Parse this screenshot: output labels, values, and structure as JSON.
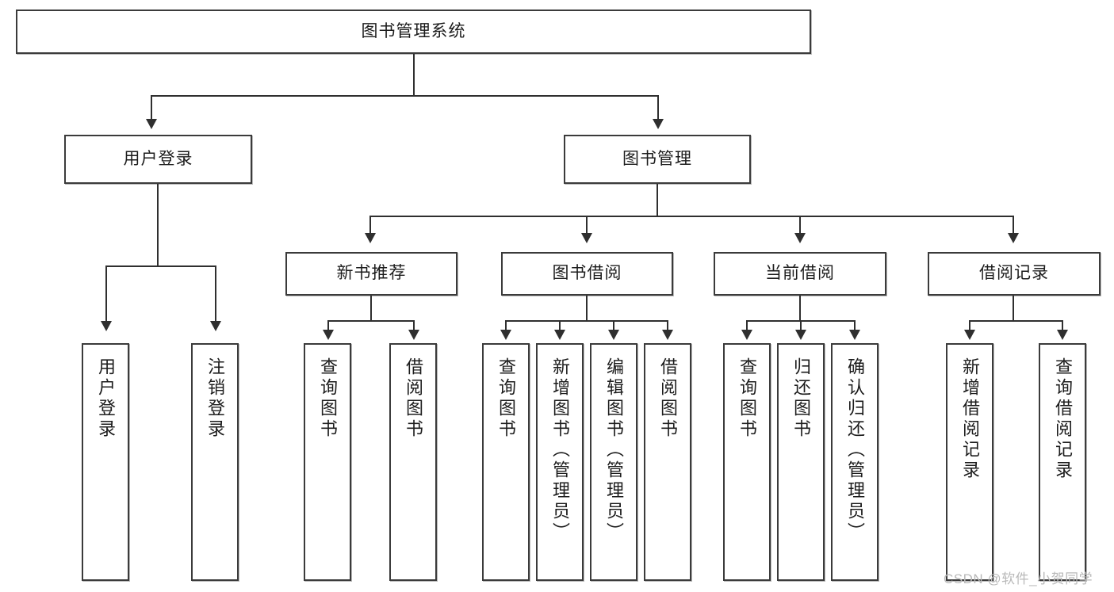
{
  "diagram": {
    "title": "图书管理系统",
    "type": "hierarchy-tree",
    "levels": 4,
    "root": {
      "id": "root",
      "label": "图书管理系统"
    },
    "level1": [
      {
        "id": "user-login",
        "label": "用户登录"
      },
      {
        "id": "book-management",
        "label": "图书管理"
      }
    ],
    "level2": [
      {
        "id": "new-book-recommend",
        "label": "新书推荐",
        "parent": "book-management"
      },
      {
        "id": "book-borrow",
        "label": "图书借阅",
        "parent": "book-management"
      },
      {
        "id": "current-borrow",
        "label": "当前借阅",
        "parent": "book-management"
      },
      {
        "id": "borrow-record",
        "label": "借阅记录",
        "parent": "book-management"
      }
    ],
    "leaves": {
      "user_login": [
        {
          "id": "leaf-user-login",
          "label": "用户登录"
        },
        {
          "id": "leaf-user-logout",
          "label": "注销登录"
        }
      ],
      "new_book_recommend": [
        {
          "id": "leaf-query-book-1",
          "label": "查询图书"
        },
        {
          "id": "leaf-borrow-book-1",
          "label": "借阅图书"
        }
      ],
      "book_borrow": [
        {
          "id": "leaf-query-book-2",
          "label": "查询图书"
        },
        {
          "id": "leaf-add-book",
          "label": "新增图书（管理员）"
        },
        {
          "id": "leaf-edit-book",
          "label": "编辑图书（管理员）"
        },
        {
          "id": "leaf-borrow-book-2",
          "label": "借阅图书"
        }
      ],
      "current_borrow": [
        {
          "id": "leaf-query-book-3",
          "label": "查询图书"
        },
        {
          "id": "leaf-return-book",
          "label": "归还图书"
        },
        {
          "id": "leaf-confirm-return",
          "label": "确认归还（管理员）"
        }
      ],
      "borrow_record": [
        {
          "id": "leaf-add-record",
          "label": "新增借阅记录"
        },
        {
          "id": "leaf-query-record",
          "label": "查询借阅记录"
        }
      ]
    }
  },
  "watermark": {
    "text": "CSDN @软件_小贺同学"
  },
  "colors": {
    "box_border": "#3b3b3b",
    "line": "#2f2f2f",
    "text": "#1c1c1c",
    "background": "#ffffff",
    "watermark": "#b9b9b9"
  }
}
